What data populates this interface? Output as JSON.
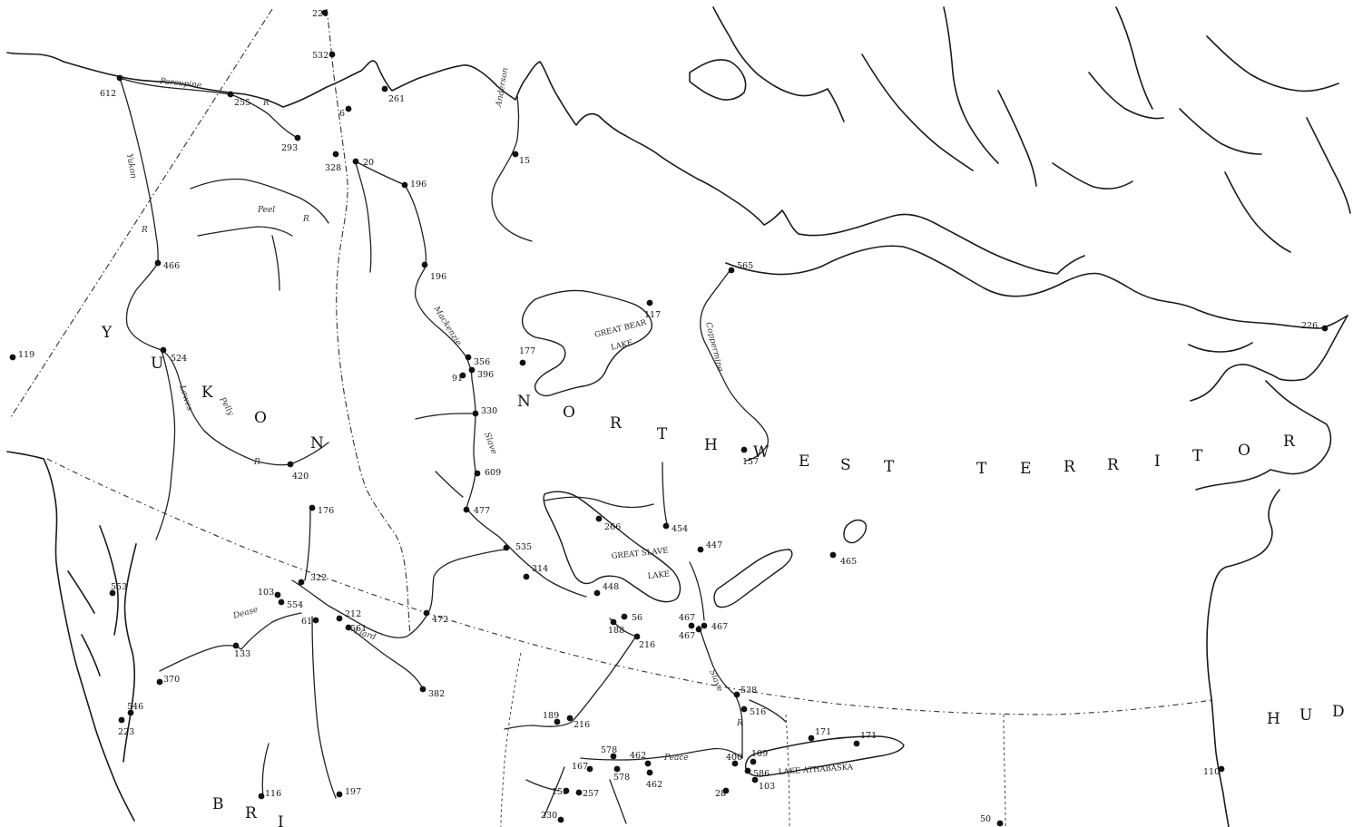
{
  "territory_letters": {
    "yukon": [
      "Y",
      "U",
      "K",
      "O",
      "N"
    ],
    "nwt": [
      "N",
      "O",
      "R",
      "T",
      "H",
      "W",
      "E",
      "S",
      "T",
      "T",
      "E",
      "R",
      "R",
      "I",
      "T",
      "O",
      "R"
    ],
    "hudson": [
      "H",
      "U",
      "D"
    ],
    "british": [
      "B",
      "R",
      "I"
    ]
  },
  "water_labels": {
    "porcupine": "Porcupine",
    "r1": "R",
    "peel": "Peel",
    "r2": "R",
    "yukon_r": "Yukon",
    "r3": "R",
    "pelly": "Pelly",
    "lewes": "Lewes",
    "r4": "R",
    "anderson": "Anderson",
    "mackenzie": "Mackenzie",
    "slave_r": "Slave",
    "coppermine": "Coppermine",
    "peace": "Peace",
    "liard": "Liard",
    "dease": "Dease",
    "slave2": "Slave",
    "r5": "R",
    "great_bear": "GREAT BEAR",
    "lake1": "LAKE",
    "great_slave": "GREAT SLAVE",
    "lake2": "LAKE",
    "athabaska": "LAKE ATHABASKA"
  },
  "stations": [
    {
      "id": "221",
      "label": "221"
    },
    {
      "id": "532",
      "label": "532"
    },
    {
      "id": "612",
      "label": "612"
    },
    {
      "id": "255",
      "label": "255"
    },
    {
      "id": "261",
      "label": "261"
    },
    {
      "id": "6",
      "label": "6"
    },
    {
      "id": "293",
      "label": "293"
    },
    {
      "id": "328",
      "label": "328"
    },
    {
      "id": "20",
      "label": "20"
    },
    {
      "id": "15",
      "label": "15"
    },
    {
      "id": "196a",
      "label": "196"
    },
    {
      "id": "196b",
      "label": "196"
    },
    {
      "id": "466",
      "label": "466"
    },
    {
      "id": "117",
      "label": "117"
    },
    {
      "id": "565",
      "label": "565"
    },
    {
      "id": "226",
      "label": "226"
    },
    {
      "id": "119",
      "label": "119"
    },
    {
      "id": "524",
      "label": "524"
    },
    {
      "id": "177",
      "label": "177"
    },
    {
      "id": "356",
      "label": "356"
    },
    {
      "id": "396",
      "label": "396"
    },
    {
      "id": "91",
      "label": "91"
    },
    {
      "id": "330",
      "label": "330"
    },
    {
      "id": "157",
      "label": "157"
    },
    {
      "id": "420",
      "label": "420"
    },
    {
      "id": "609",
      "label": "609"
    },
    {
      "id": "176",
      "label": "176"
    },
    {
      "id": "477",
      "label": "477"
    },
    {
      "id": "266",
      "label": "266"
    },
    {
      "id": "454",
      "label": "454"
    },
    {
      "id": "535",
      "label": "535"
    },
    {
      "id": "447",
      "label": "447"
    },
    {
      "id": "465",
      "label": "465"
    },
    {
      "id": "314",
      "label": "314"
    },
    {
      "id": "553",
      "label": "553"
    },
    {
      "id": "322",
      "label": "322"
    },
    {
      "id": "103",
      "label": "103"
    },
    {
      "id": "554",
      "label": "554"
    },
    {
      "id": "448",
      "label": "448"
    },
    {
      "id": "61",
      "label": "61"
    },
    {
      "id": "212",
      "label": "212"
    },
    {
      "id": "561",
      "label": "561"
    },
    {
      "id": "472",
      "label": "472"
    },
    {
      "id": "56",
      "label": "56"
    },
    {
      "id": "188",
      "label": "188"
    },
    {
      "id": "467a",
      "label": "467"
    },
    {
      "id": "467b",
      "label": "467"
    },
    {
      "id": "467c",
      "label": "467"
    },
    {
      "id": "216a",
      "label": "216"
    },
    {
      "id": "133",
      "label": "133"
    },
    {
      "id": "370",
      "label": "370"
    },
    {
      "id": "382",
      "label": "382"
    },
    {
      "id": "538",
      "label": "538"
    },
    {
      "id": "546",
      "label": "546"
    },
    {
      "id": "516",
      "label": "516"
    },
    {
      "id": "223",
      "label": "223"
    },
    {
      "id": "189",
      "label": "189"
    },
    {
      "id": "216b",
      "label": "216"
    },
    {
      "id": "171a",
      "label": "171"
    },
    {
      "id": "171b",
      "label": "171"
    },
    {
      "id": "578a",
      "label": "578"
    },
    {
      "id": "462a",
      "label": "462"
    },
    {
      "id": "400",
      "label": "400"
    },
    {
      "id": "109",
      "label": "109"
    },
    {
      "id": "167",
      "label": "167"
    },
    {
      "id": "578b",
      "label": "578"
    },
    {
      "id": "462b",
      "label": "462"
    },
    {
      "id": "586",
      "label": "586"
    },
    {
      "id": "103b",
      "label": "103"
    },
    {
      "id": "110",
      "label": "110"
    },
    {
      "id": "116",
      "label": "116"
    },
    {
      "id": "158",
      "label": "158"
    },
    {
      "id": "257",
      "label": "257"
    },
    {
      "id": "197",
      "label": "197"
    },
    {
      "id": "28",
      "label": "28"
    },
    {
      "id": "230",
      "label": "230"
    },
    {
      "id": "50",
      "label": "50"
    }
  ]
}
